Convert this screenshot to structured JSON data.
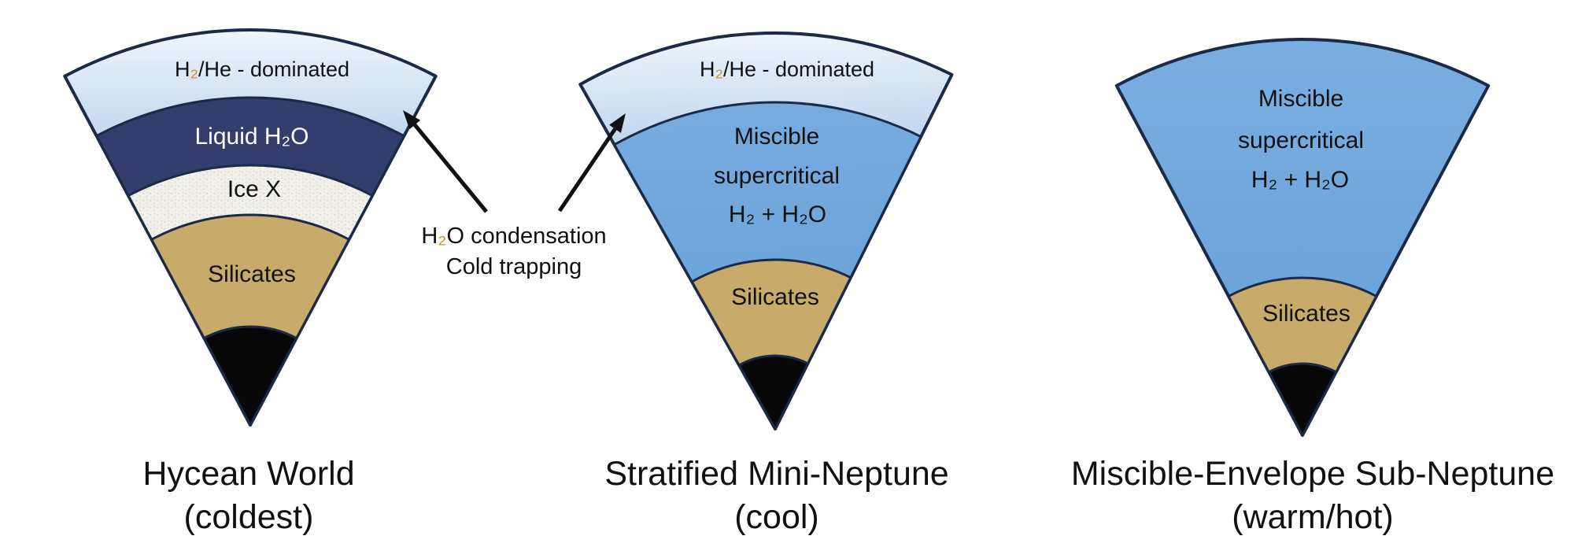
{
  "colors": {
    "background": "#ffffff",
    "outline": "#1b2a47",
    "text": "#111111",
    "label_on_dark": "#ffffff",
    "h2he_gradient_top": "#f0f6fc",
    "h2he_gradient_bottom": "#c3d8f0",
    "liquid_h2o": "#333e6c",
    "ice_x_base": "#f2f1ec",
    "ice_x_speckle_1": "#d9d6cc",
    "ice_x_speckle_2": "#e4e2d8",
    "silicates": "#c8aa6a",
    "miscible_top": "#7aaee1",
    "miscible_bottom": "#68a2d8",
    "core": "#070707",
    "arrow": "#111111",
    "subscript_accent": "#cf8f1f"
  },
  "wedges": [
    {
      "caption": {
        "line1": "Hycean World",
        "line2": "(coldest)"
      },
      "layer_labels": {
        "atmosphere_prefix": "H",
        "atmosphere_sub": "₂",
        "atmosphere_suffix": "/He - dominated",
        "ocean": "Liquid H₂O",
        "ice": "Ice X",
        "mantle": "Silicates"
      }
    },
    {
      "caption": {
        "line1": "Stratified Mini-Neptune",
        "line2": "(cool)"
      },
      "layer_labels": {
        "atmosphere_prefix": "H",
        "atmosphere_sub": "₂",
        "atmosphere_suffix": "/He - dominated",
        "envelope_line1": "Miscible",
        "envelope_line2": "supercritical",
        "envelope_line3": "H₂ + H₂O",
        "mantle": "Silicates"
      }
    },
    {
      "caption": {
        "line1": "Miscible-Envelope Sub-Neptune",
        "line2": "(warm/hot)"
      },
      "layer_labels": {
        "envelope_line1": "Miscible",
        "envelope_line2": "supercritical",
        "envelope_line3": "H₂ + H₂O",
        "mantle": "Silicates"
      }
    }
  ],
  "annotation": {
    "line1_prefix": "H",
    "line1_subscript": "₂",
    "line1_suffix": "O condensation",
    "line2": "Cold trapping"
  }
}
